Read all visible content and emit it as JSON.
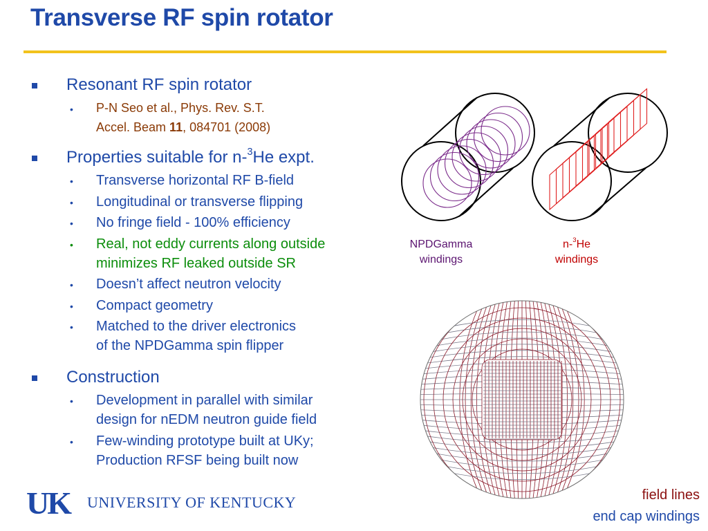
{
  "title": "Transverse RF spin rotator",
  "sections": [
    {
      "heading": "Resonant RF spin rotator",
      "cite": {
        "line1": "P-N Seo et al., Phys. Rev. S.T.",
        "line2_pre": "Accel. Beam ",
        "volume": "11",
        "line2_post": ", 084701 (2008)"
      }
    },
    {
      "heading_pre": "Properties suitable for n-",
      "heading_sup": "3",
      "heading_post": "He expt.",
      "items": [
        "Transverse horizontal RF B-field",
        "Longitudinal or transverse flipping",
        "No fringe field - 100% efficiency",
        "Real, not eddy currents along outside",
        "minimizes RF leaked outside SR",
        "Doesn’t affect neutron velocity",
        "Compact geometry",
        "Matched to the driver electronics",
        "of the NPDGamma spin flipper"
      ]
    },
    {
      "heading": "Construction",
      "items": [
        "Development in parallel with similar",
        "design for nEDM neutron guide field",
        "Few-winding prototype built at UKy;",
        "Production RFSF being built now"
      ]
    }
  ],
  "figure": {
    "left_caption_line1": "NPDGamma",
    "left_caption_line2": "windings",
    "right_caption_pre": "n-",
    "right_caption_sup": "3",
    "right_caption_post": "He",
    "right_caption_line2": "windings",
    "field_caption_line1": "field lines",
    "field_caption_line2": "end cap windings"
  },
  "logo": {
    "mark": "UK",
    "text": "UNIVERSITY OF KENTUCKY"
  },
  "colors": {
    "title": "#1f49a8",
    "rule": "#f2c21c",
    "cite": "#8a3a06",
    "highlight": "#0b8d0b",
    "npd_windings": "#7a2a8a",
    "he_windings": "#e02020",
    "field_lines": "#8b1a2a",
    "field_grid": "#7a7a8a"
  }
}
